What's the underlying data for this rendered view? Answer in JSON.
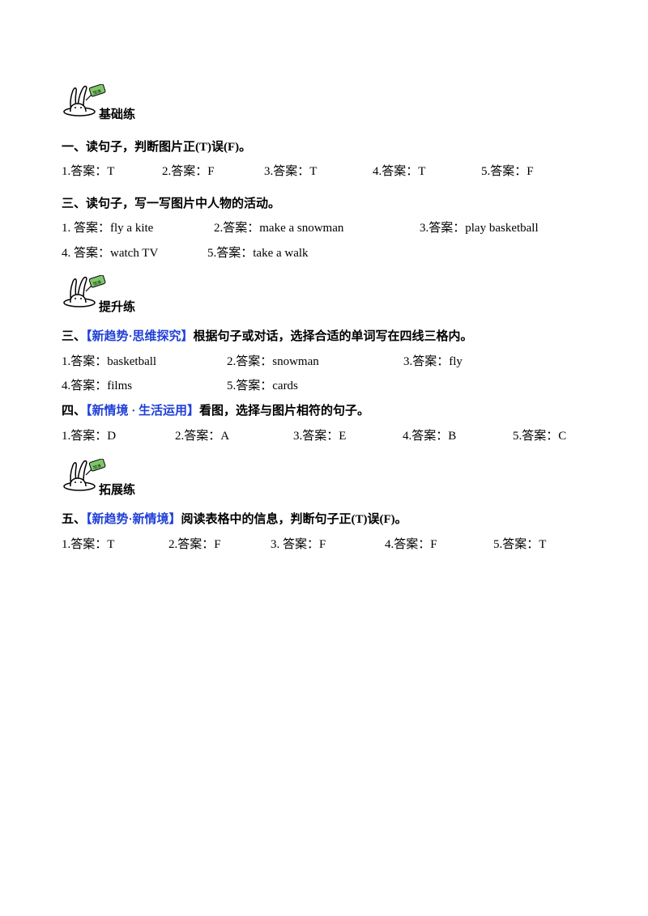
{
  "sections": [
    {
      "title": "基础练",
      "parts": [
        {
          "heading": "一、读句子，判断图片正(T)误(F)。",
          "rows": [
            [
              "1.答案：T",
              "2.答案：F",
              "3.答案：T",
              "4.答案：T",
              "5.答案：F"
            ]
          ]
        },
        {
          "heading": "三、读句子，写一写图片中人物的活动。",
          "rows": [
            [
              "1. 答案：fly  a  kite",
              "2.答案：make  a  snowman",
              "3.答案：play  basketball"
            ],
            [
              "4. 答案：watch  TV",
              "5.答案：take  a  walk"
            ]
          ]
        }
      ]
    },
    {
      "title": "提升练",
      "parts": [
        {
          "heading_prefix": "三、",
          "heading_tag": "【新趋势·思维探究】",
          "heading_rest": "根据句子或对话，选择合适的单词写在四线三格内。",
          "rows": [
            [
              "1.答案：basketball",
              "2.答案：snowman",
              "3.答案：fly"
            ],
            [
              "4.答案：films",
              "5.答案：cards"
            ]
          ]
        },
        {
          "heading_prefix": "四、",
          "heading_tag": "【新情境 · 生活运用】",
          "heading_rest": "看图，选择与图片相符的句子。",
          "rows": [
            [
              "1.答案：D",
              "2.答案：A",
              "3.答案：E",
              "4.答案：B",
              "5.答案：C"
            ]
          ]
        }
      ]
    },
    {
      "title": "拓展练",
      "parts": [
        {
          "heading_prefix": "五、",
          "heading_tag": "【新趋势·新情境】",
          "heading_rest": "阅读表格中的信息，判断句子正(T)误(F)。",
          "rows": [
            [
              "1.答案：T",
              "2.答案：F",
              "3.  答案：F",
              "4.答案：F",
              "5.答案：T"
            ]
          ]
        }
      ]
    }
  ],
  "icon": {
    "name": "rabbit-sign-icon",
    "sign_text": "加油",
    "accent": "#7ec86a"
  }
}
